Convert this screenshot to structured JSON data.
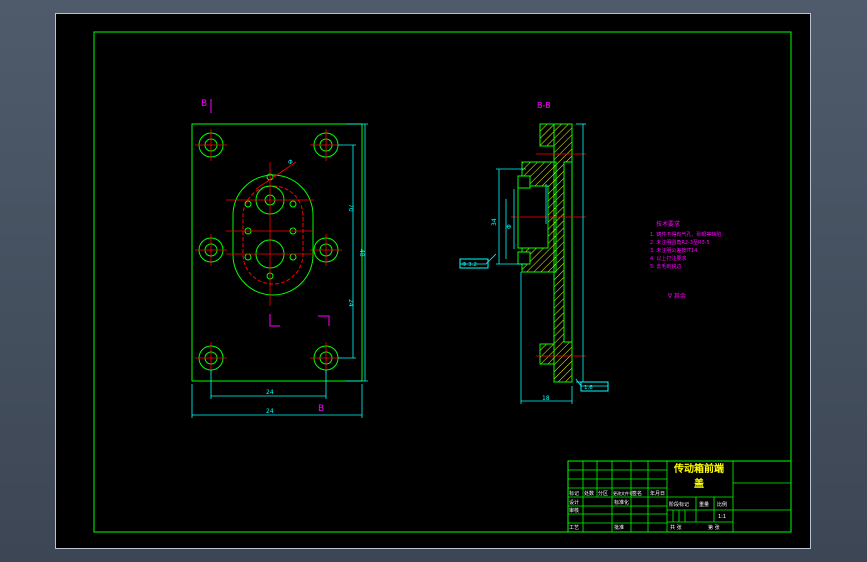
{
  "section": {
    "marker_left": "B",
    "marker_right": "B",
    "view_title": "B-B"
  },
  "dimensions": {
    "front_width": "24",
    "front_overall": "24",
    "front_height": "70",
    "front_overall_height": "48",
    "front_partial": "24",
    "side_bore": "Φ",
    "side_height": "34",
    "side_thickness": "18",
    "side_label_a": "Φ 3.2",
    "side_label_b": "1.6"
  },
  "tech_requirements": {
    "heading": "技术要求",
    "lines": [
      "1. 铸件不得有气孔、砂眼等缺陷",
      "2. 未注明圆角R2-3至R3-5",
      "3. 未注明公差按IT14",
      "4. 以上打注要求",
      "5. 去毛刺锐边"
    ],
    "surface_note": "∇ 其余"
  },
  "title_block": {
    "part_name_1": "传动箱前端",
    "part_name_2": "盖",
    "scale": "1:1",
    "header_cells": [
      "标记",
      "处数",
      "分区",
      "更改文件号",
      "签名",
      "年月日"
    ],
    "rows_labels": [
      "设计",
      "审核",
      "工艺"
    ],
    "std_label": "标准化",
    "approve_label": "批准",
    "stage_label": "阶段标记",
    "weight_label": "重量",
    "ratio_label": "比例",
    "sheet_total": "共 张",
    "sheet_no": "第 张"
  },
  "colors": {
    "frame": "#00ff00",
    "outline": "#ffffff",
    "centerline": "#ff0000",
    "dimension": "#00ffff",
    "annotation": "#ff00ff",
    "title_text": "#ffff00"
  }
}
